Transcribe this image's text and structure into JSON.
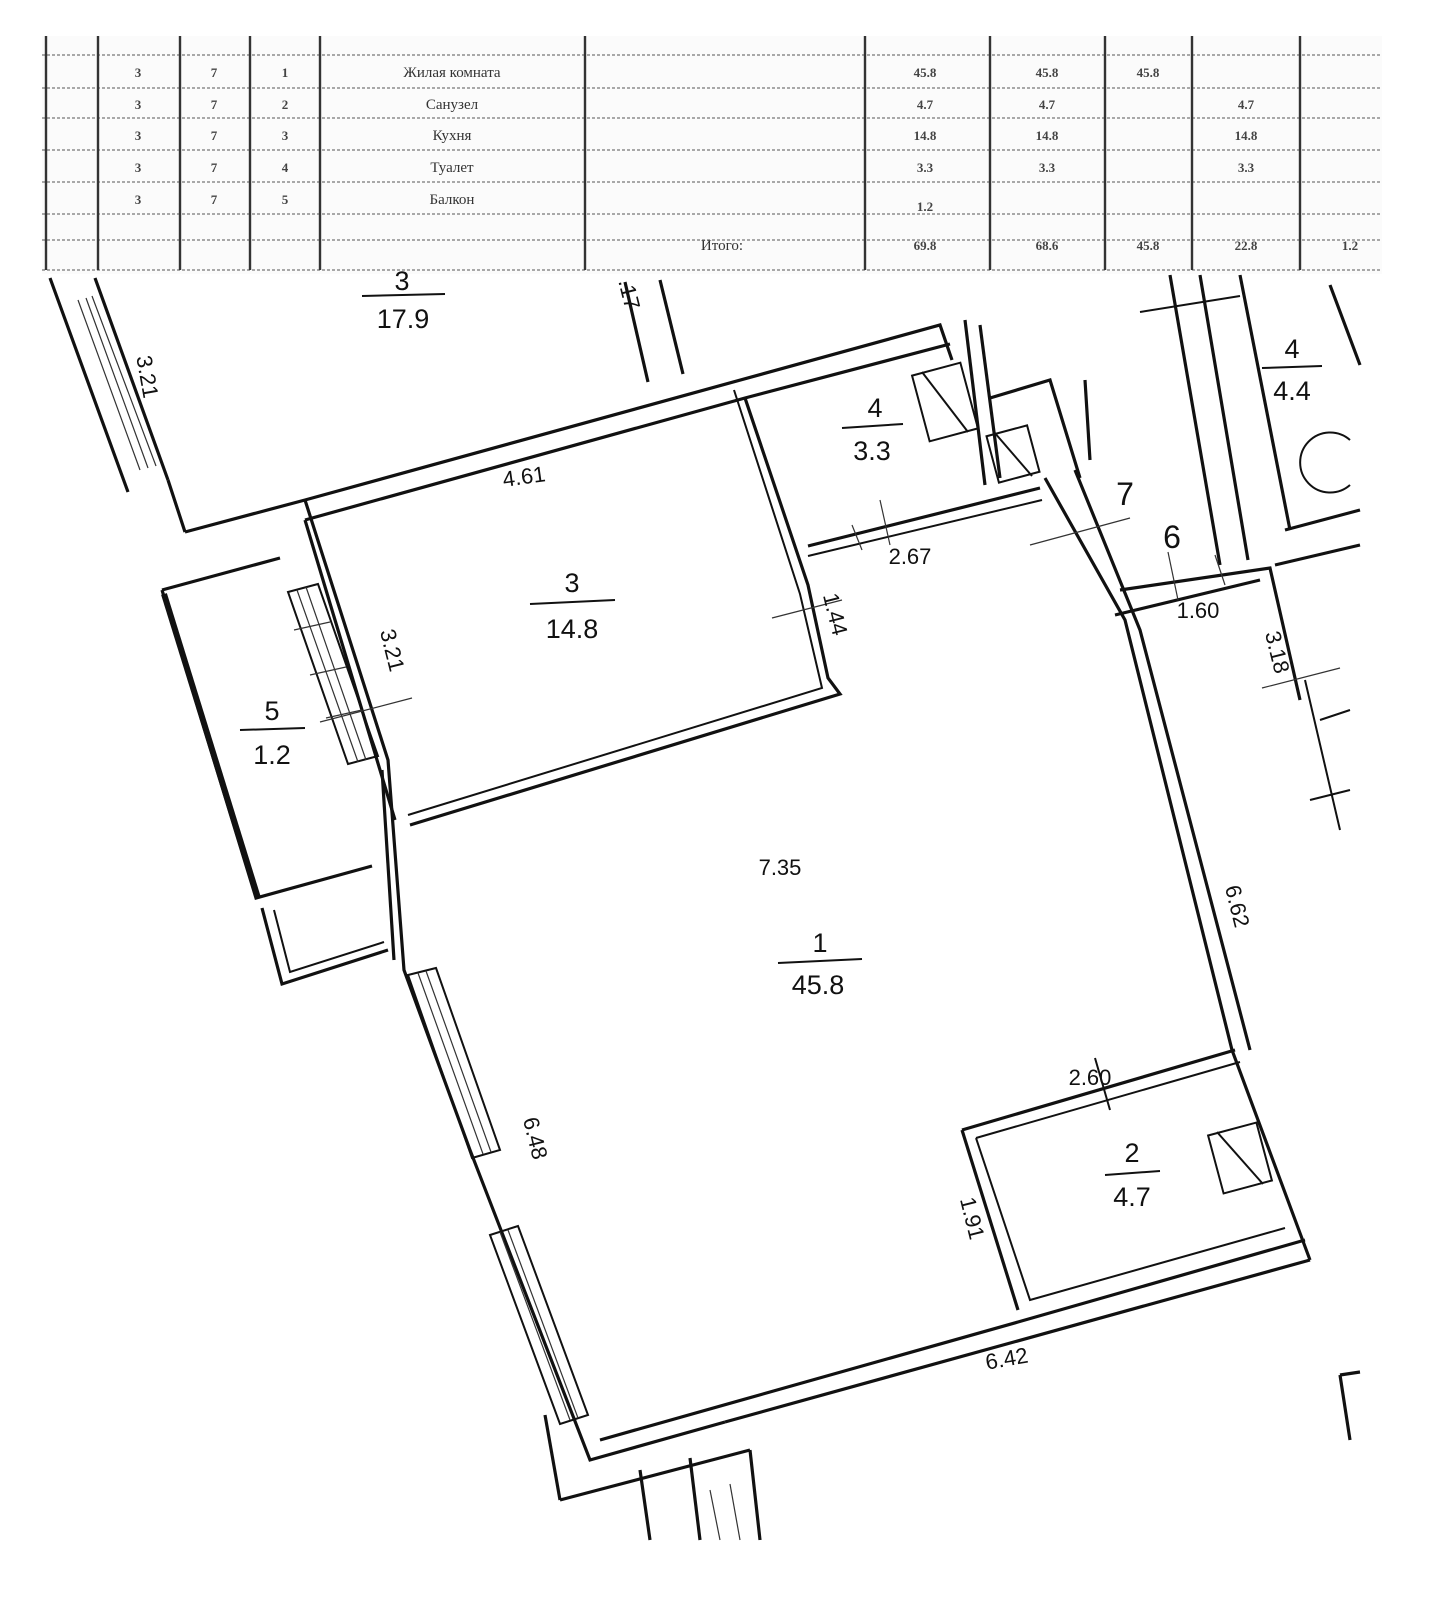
{
  "area_table": {
    "rows": [
      {
        "c1": "3",
        "c2": "7",
        "c3": "1",
        "name": "Жилая комната",
        "v1": "45.8",
        "v2": "45.8",
        "v3": "45.8",
        "v4": ""
      },
      {
        "c1": "3",
        "c2": "7",
        "c3": "2",
        "name": "Санузел",
        "v1": "4.7",
        "v2": "4.7",
        "v3": "",
        "v4": "4.7"
      },
      {
        "c1": "3",
        "c2": "7",
        "c3": "3",
        "name": "Кухня",
        "v1": "14.8",
        "v2": "14.8",
        "v3": "",
        "v4": "14.8"
      },
      {
        "c1": "3",
        "c2": "7",
        "c3": "4",
        "name": "Туалет",
        "v1": "3.3",
        "v2": "3.3",
        "v3": "",
        "v4": "3.3"
      },
      {
        "c1": "3",
        "c2": "7",
        "c3": "5",
        "name": "Балкон",
        "v1": "1.2",
        "v2": "",
        "v3": "",
        "v4": ""
      }
    ],
    "total": {
      "label": "Итого:",
      "v1": "69.8",
      "v2": "68.6",
      "v3": "45.8",
      "v4": "22.8",
      "v5": "1.2"
    }
  },
  "rooms": [
    {
      "num": "1",
      "area": "45.8"
    },
    {
      "num": "2",
      "area": "4.7"
    },
    {
      "num": "3",
      "area": "14.8"
    },
    {
      "num": "4",
      "area": "3.3"
    },
    {
      "num": "5",
      "area": "1.2"
    }
  ],
  "neighbors": [
    {
      "num": "3",
      "area": "17.9"
    },
    {
      "num": "4",
      "area": "4.4"
    },
    {
      "num": "6",
      "area": ""
    },
    {
      "num": "7",
      "area": ""
    }
  ],
  "dimensions": {
    "d_321_top": "3.21",
    "d_461": "4.61",
    "d_267": "2.67",
    "d_144": "1.44",
    "d_321_mid": "3.21",
    "d_735": "7.35",
    "d_662": "6.62",
    "d_648": "6.48",
    "d_260": "2.60",
    "d_191": "1.91",
    "d_842": "6.42",
    "d_160": "1.60",
    "d_318": "3.18",
    "d_17": ".17"
  }
}
